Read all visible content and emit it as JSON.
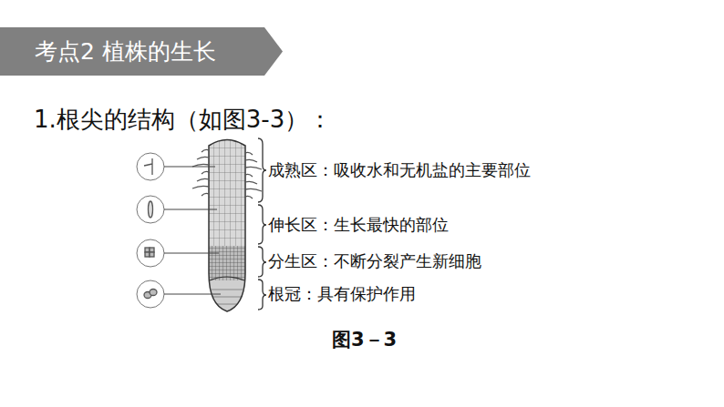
{
  "diagram": {
    "caption": "图3－3",
    "nodes": [
      {
        "text": [
          "考点2 植株的生长"
        ]
      }
    ],
    "labels": [
      "1.根尖的结构（如图3-3）：",
      "成熟区：吸收水和无机盐的主要部位",
      "伸长区：生长最快的部位",
      "分生区：不断分裂产生新细胞",
      "根冠：具有保护作用"
    ]
  }
}
